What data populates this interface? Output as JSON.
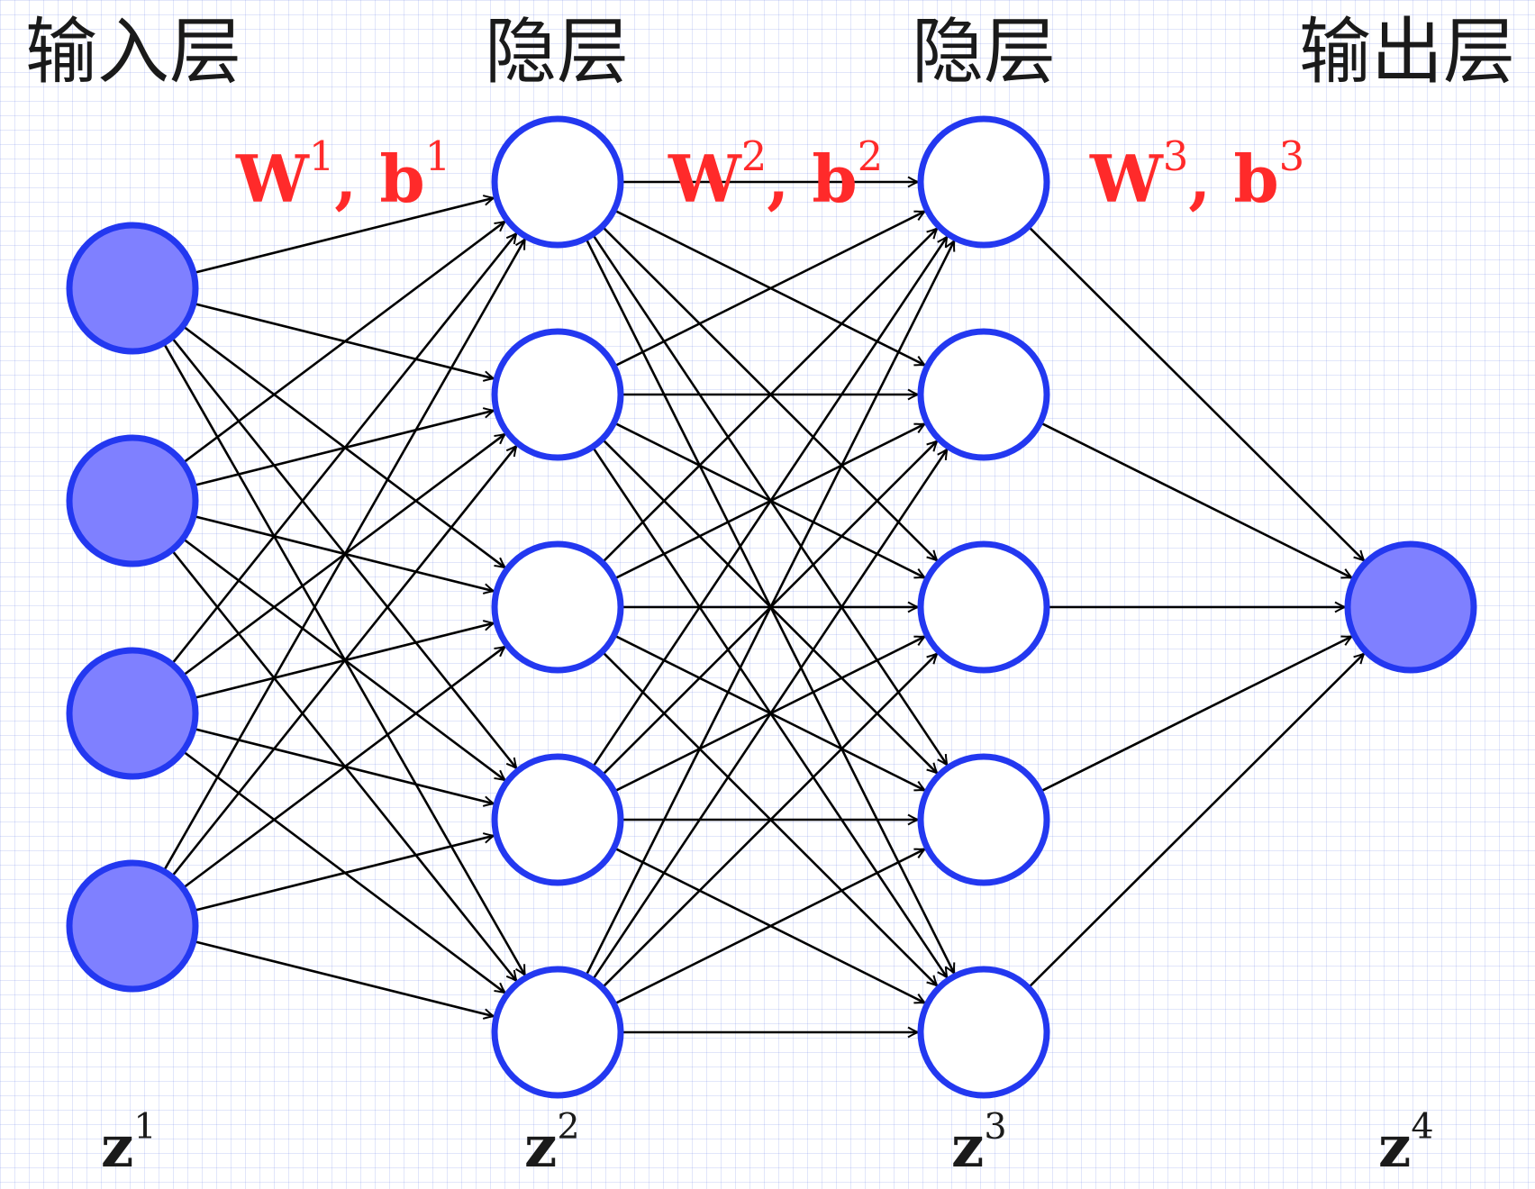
{
  "colors": {
    "node_stroke": "#2338f0",
    "filled_node": "#7f80ff",
    "hollow_node": "#ffffff",
    "edge": "#000000",
    "weight_label": "#ff2a2a"
  },
  "layers": [
    {
      "title": "输入层",
      "var": "z",
      "var_sup": "1",
      "neuron_count": 4,
      "filled": true
    },
    {
      "title": "隐层",
      "var": "z",
      "var_sup": "2",
      "neuron_count": 5,
      "filled": false
    },
    {
      "title": "隐层",
      "var": "z",
      "var_sup": "3",
      "neuron_count": 5,
      "filled": false
    },
    {
      "title": "输出层",
      "var": "z",
      "var_sup": "4",
      "neuron_count": 1,
      "filled": true
    }
  ],
  "weights": [
    {
      "w": "W",
      "w_sup": "1",
      "sep": ", ",
      "b": "b",
      "b_sup": "1"
    },
    {
      "w": "W",
      "w_sup": "2",
      "sep": ", ",
      "b": "b",
      "b_sup": "2"
    },
    {
      "w": "W",
      "w_sup": "3",
      "sep": ", ",
      "b": "b",
      "b_sup": "3"
    }
  ]
}
